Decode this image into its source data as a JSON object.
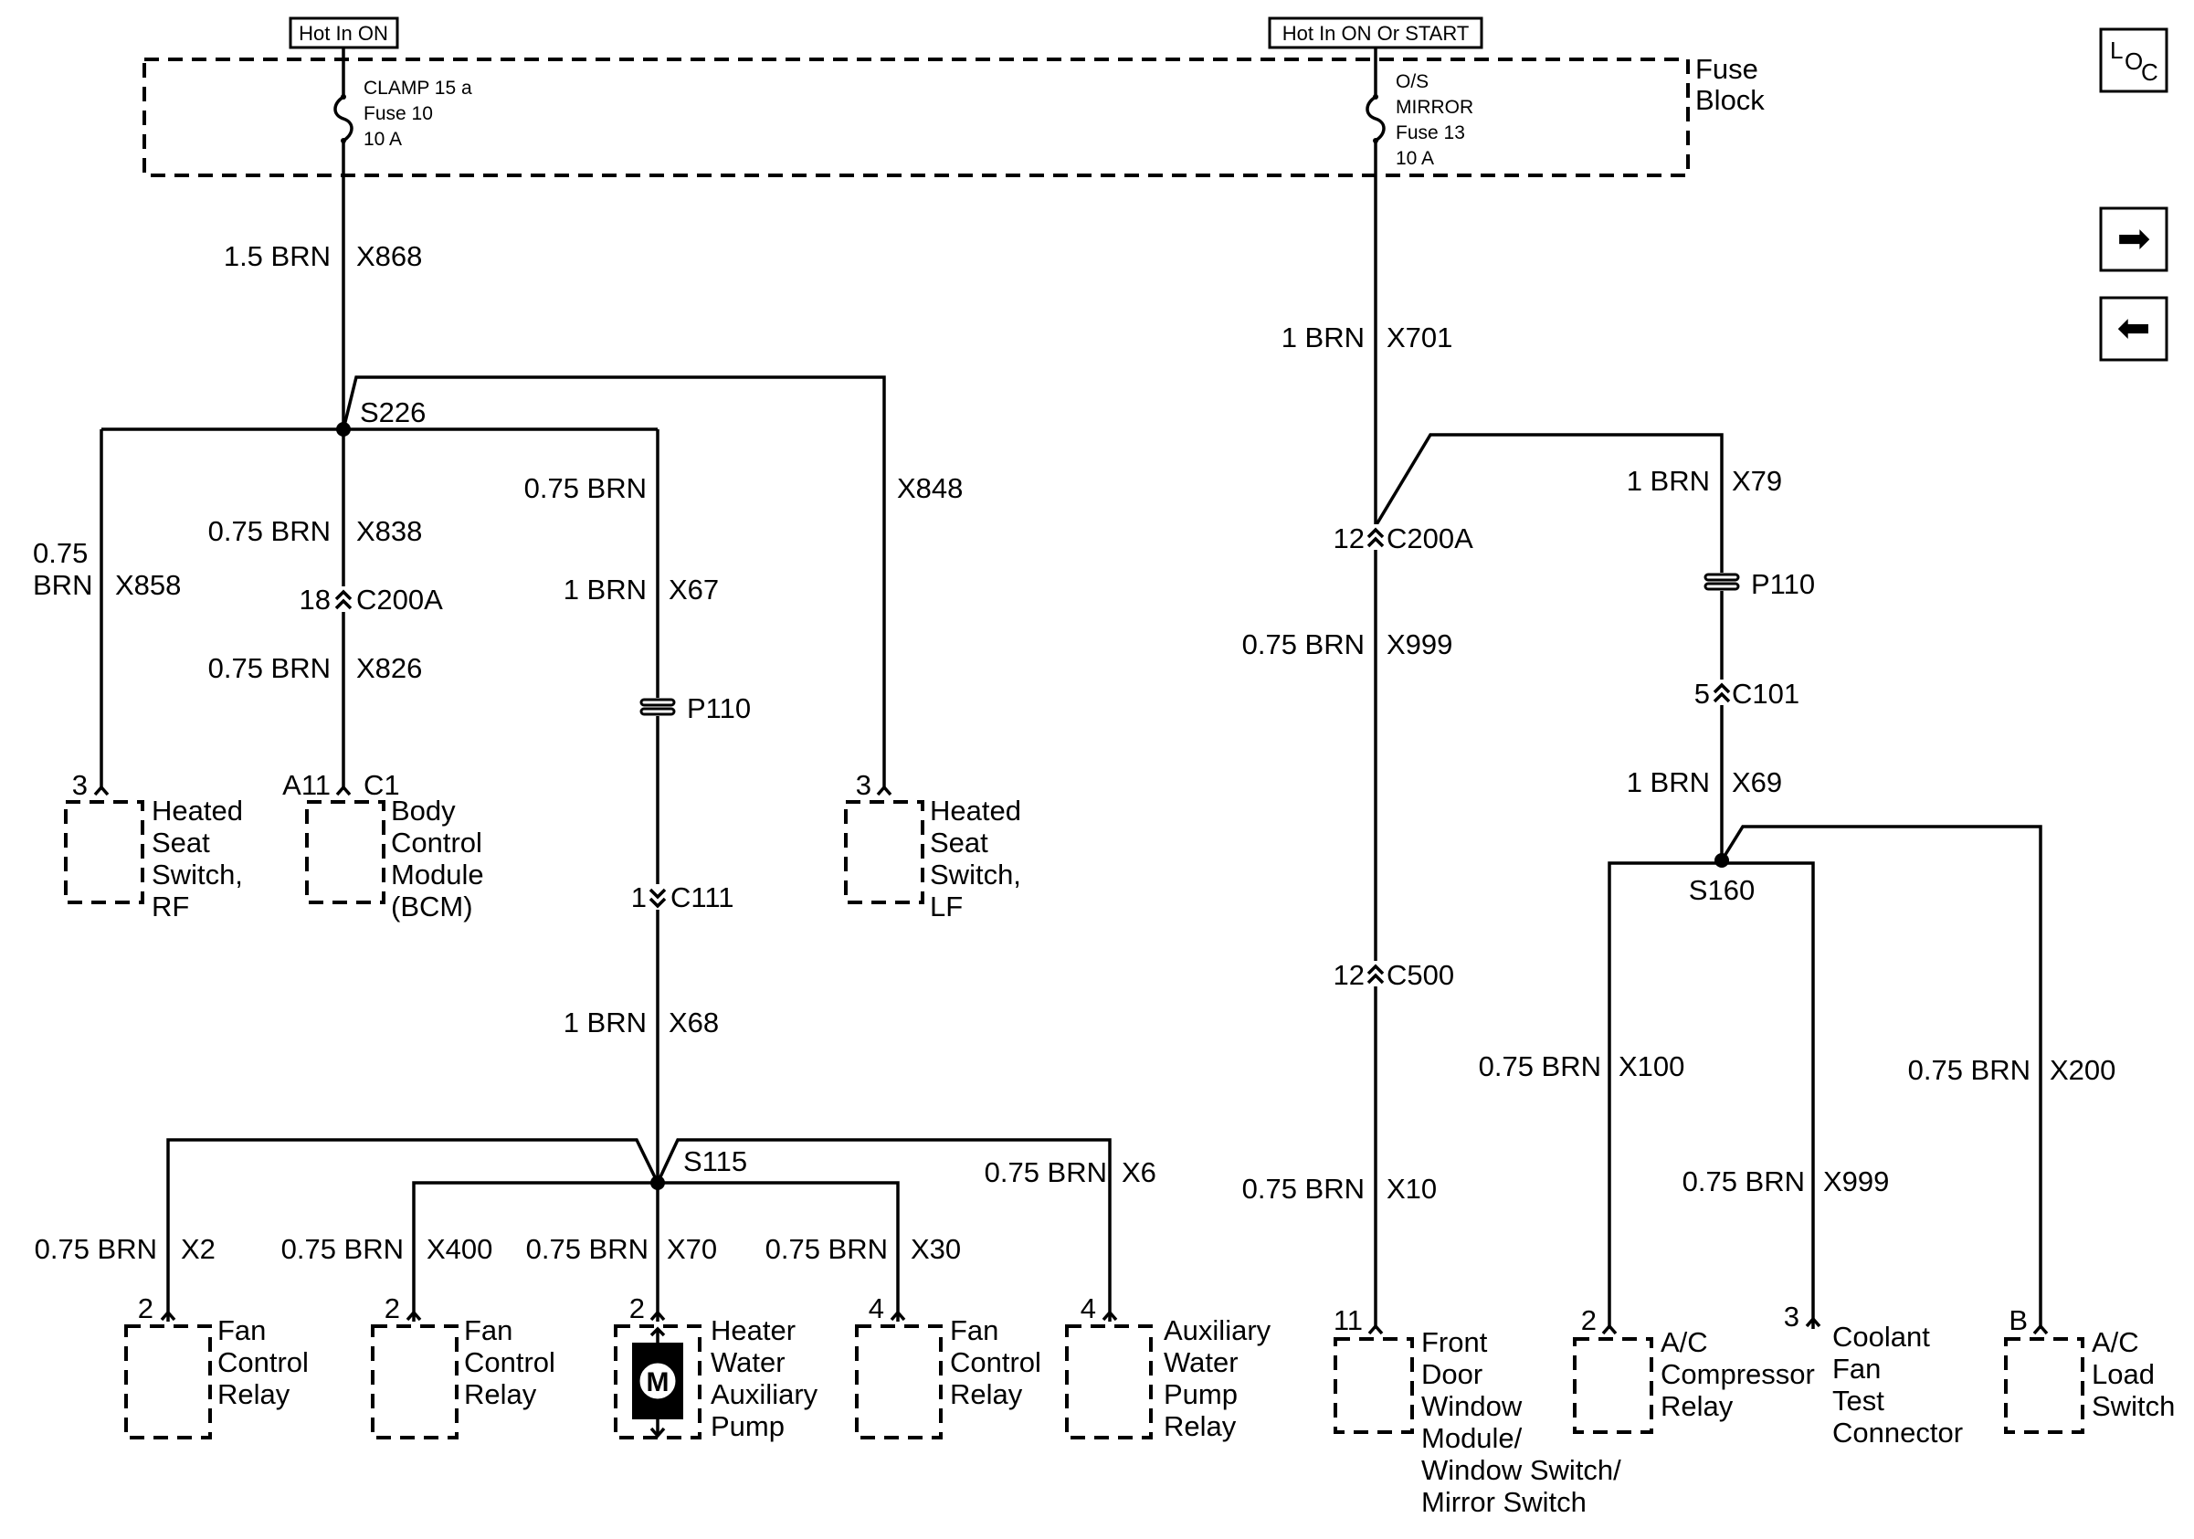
{
  "sources": {
    "left": "Hot In ON",
    "right": "Hot In ON Or START"
  },
  "fuse_block": {
    "label_1": "Fuse",
    "label_2": "Block",
    "fuse10_1": "CLAMP 15 a",
    "fuse10_2": "Fuse 10",
    "fuse10_3": "10 A",
    "fuse13_1": "O/S",
    "fuse13_2": "MIRROR",
    "fuse13_3": "Fuse 13",
    "fuse13_4": "10 A"
  },
  "nav": {
    "loc_l": "L",
    "loc_o": "O",
    "loc_c": "C",
    "next": "➡",
    "prev": "⬅"
  },
  "wires": {
    "x868_g": "1.5 BRN",
    "x868": "X868",
    "x858_g1": "0.75",
    "x858_g2": "BRN",
    "x858": "X858",
    "x838_g": "0.75 BRN",
    "x838": "X838",
    "x826_g": "0.75 BRN",
    "x826": "X826",
    "x67_g": "1 BRN",
    "x67": "X67",
    "x848_g": "0.75 BRN",
    "x848": "X848",
    "x68_g": "1 BRN",
    "x68": "X68",
    "x6_g": "0.75 BRN",
    "x6": "X6",
    "x2_g": "0.75 BRN",
    "x2": "X2",
    "x400_g": "0.75 BRN",
    "x400": "X400",
    "x70_g": "0.75 BRN",
    "x70": "X70",
    "x30_g": "0.75 BRN",
    "x30": "X30",
    "x701_g": "1 BRN",
    "x701": "X701",
    "x79_g": "1 BRN",
    "x79": "X79",
    "x999a_g": "0.75 BRN",
    "x999a": "X999",
    "x69_g": "1 BRN",
    "x69": "X69",
    "x100_g": "0.75 BRN",
    "x100": "X100",
    "x200_g": "0.75 BRN",
    "x200": "X200",
    "x999b_g": "0.75 BRN",
    "x999b": "X999",
    "x10_g": "0.75 BRN",
    "x10": "X10"
  },
  "splices": {
    "s226": "S226",
    "s115": "S115",
    "s160": "S160"
  },
  "connectors": {
    "c200a_l_pin": "18",
    "c200a_l": "C200A",
    "p110_l": "P110",
    "c111_pin": "1",
    "c111": "C111",
    "c200a_r_pin": "12",
    "c200a_r": "C200A",
    "p110_r": "P110",
    "c101_pin": "5",
    "c101": "C101",
    "c500_pin": "12",
    "c500": "C500"
  },
  "components": {
    "rf": {
      "pin": "3",
      "l1": "Heated",
      "l2": "Seat",
      "l3": "Switch,",
      "l4": "RF"
    },
    "bcm": {
      "pin": "A11",
      "conn": "C1",
      "l1": "Body",
      "l2": "Control",
      "l3": "Module",
      "l4": "(BCM)"
    },
    "lf": {
      "pin": "3",
      "l1": "Heated",
      "l2": "Seat",
      "l3": "Switch,",
      "l4": "LF"
    },
    "fcr1": {
      "pin": "2",
      "l1": "Fan",
      "l2": "Control",
      "l3": "Relay"
    },
    "fcr2": {
      "pin": "2",
      "l1": "Fan",
      "l2": "Control",
      "l3": "Relay"
    },
    "pump": {
      "pin": "2",
      "motor": "M",
      "l1": "Heater",
      "l2": "Water",
      "l3": "Auxiliary",
      "l4": "Pump"
    },
    "fcr3": {
      "pin": "4",
      "l1": "Fan",
      "l2": "Control",
      "l3": "Relay"
    },
    "awpr": {
      "pin": "4",
      "l1": "Auxiliary",
      "l2": "Water",
      "l3": "Pump",
      "l4": "Relay"
    },
    "door": {
      "pin": "11",
      "l1": "Front",
      "l2": "Door",
      "l3": "Window",
      "l4": "Module/",
      "l5": "Window Switch/",
      "l6": "Mirror Switch"
    },
    "acr": {
      "pin": "2",
      "l1": "A/C",
      "l2": "Compressor",
      "l3": "Relay"
    },
    "cftc": {
      "pin": "3",
      "l1": "Coolant",
      "l2": "Fan",
      "l3": "Test",
      "l4": "Connector"
    },
    "acls": {
      "pin": "B",
      "l1": "A/C",
      "l2": "Load",
      "l3": "Switch"
    }
  }
}
